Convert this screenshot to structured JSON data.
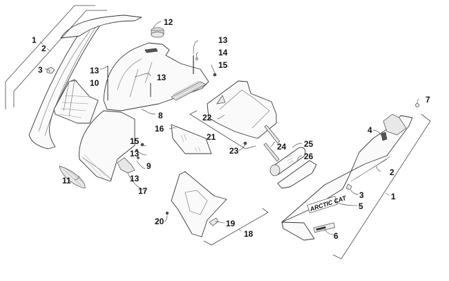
{
  "diagram": {
    "type": "exploded-parts-diagram",
    "subject": "Hood and front body panels assembly",
    "decal_text": "ARCTIC CAT",
    "callouts": [
      {
        "id": "c1a",
        "label": "1",
        "part": "left-hood-side-panel-assembly"
      },
      {
        "id": "c2a",
        "label": "2",
        "part": "left-side-trim"
      },
      {
        "id": "c3a",
        "label": "3",
        "part": "left-clip"
      },
      {
        "id": "c10",
        "label": "10",
        "part": "vent-grille"
      },
      {
        "id": "c12",
        "label": "12",
        "part": "grommet"
      },
      {
        "id": "c13a",
        "label": "13",
        "part": "screw"
      },
      {
        "id": "c13b",
        "label": "13",
        "part": "screw"
      },
      {
        "id": "c13c",
        "label": "13",
        "part": "screw"
      },
      {
        "id": "c13d",
        "label": "13",
        "part": "screw"
      },
      {
        "id": "c13e",
        "label": "13",
        "part": "screw"
      },
      {
        "id": "c14",
        "label": "14",
        "part": "washer"
      },
      {
        "id": "c15a",
        "label": "15",
        "part": "nut"
      },
      {
        "id": "c15b",
        "label": "15",
        "part": "nut"
      },
      {
        "id": "c8",
        "label": "8",
        "part": "hood"
      },
      {
        "id": "c16",
        "label": "16",
        "part": "windshield"
      },
      {
        "id": "c21",
        "label": "21",
        "part": "storage-assembly"
      },
      {
        "id": "c22",
        "label": "22",
        "part": "storage-tray"
      },
      {
        "id": "c23",
        "label": "23",
        "part": "rivet"
      },
      {
        "id": "c24",
        "label": "24",
        "part": "strap"
      },
      {
        "id": "c25",
        "label": "25",
        "part": "air-filter"
      },
      {
        "id": "c26",
        "label": "26",
        "part": "filter-bracket"
      },
      {
        "id": "c9",
        "label": "9",
        "part": "pin"
      },
      {
        "id": "c11",
        "label": "11",
        "part": "lens"
      },
      {
        "id": "c17",
        "label": "17",
        "part": "latch"
      },
      {
        "id": "c7",
        "label": "7",
        "part": "push-rivet"
      },
      {
        "id": "c4",
        "label": "4",
        "part": "right-vent"
      },
      {
        "id": "c2b",
        "label": "2",
        "part": "right-side-trim"
      },
      {
        "id": "c3b",
        "label": "3",
        "part": "right-clip"
      },
      {
        "id": "c5",
        "label": "5",
        "part": "arctic-cat-decal"
      },
      {
        "id": "c1b",
        "label": "1",
        "part": "right-hood-side-panel-assembly"
      },
      {
        "id": "c6",
        "label": "6",
        "part": "model-decal"
      },
      {
        "id": "c18",
        "label": "18",
        "part": "headlight-bracket-assembly"
      },
      {
        "id": "c19",
        "label": "19",
        "part": "bracket-insert"
      },
      {
        "id": "c20",
        "label": "20",
        "part": "screw"
      }
    ]
  }
}
